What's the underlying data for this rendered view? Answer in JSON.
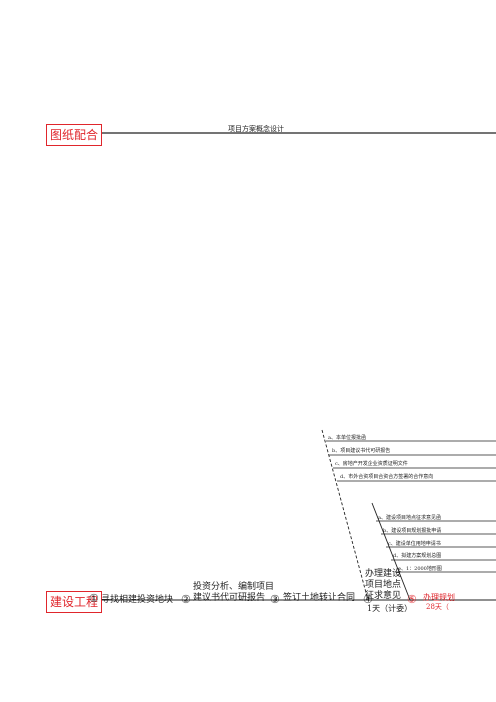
{
  "drawing_row": {
    "label": "图纸配合",
    "line_caption": "项目方案概念设计"
  },
  "construction_row": {
    "label": "建设工程",
    "nodes": [
      {
        "num": "①",
        "text": "寻找相建投资地块"
      },
      {
        "num": "②",
        "text_lines": [
          "投资分析、编制项目",
          "建议书代可研报告"
        ]
      },
      {
        "num": "③",
        "text": "签订土地转让合同"
      },
      {
        "num": "④",
        "text_lines": [
          "办理建设",
          "项目地点",
          "征求意见"
        ]
      },
      {
        "num": "⑤",
        "text": "办理规划"
      }
    ],
    "duration_1": "1天（计委）",
    "duration_2": "28天（"
  },
  "upper_branch": [
    "a、本单位报批函",
    "b、项目建议书代可研报告",
    "c、房地产开发企业资质证明文件",
    "d、市外合资项目合资合方签署的合作意向"
  ],
  "lower_branch": [
    "a、建设项目地点征求意见函",
    "b、建设项目规划报批申请",
    "c、建设单位用地申请书",
    "d、拟建方案规划总图",
    "e、1：2000地形图"
  ],
  "colors": {
    "accent": "#e0262c",
    "line": "#222222"
  }
}
